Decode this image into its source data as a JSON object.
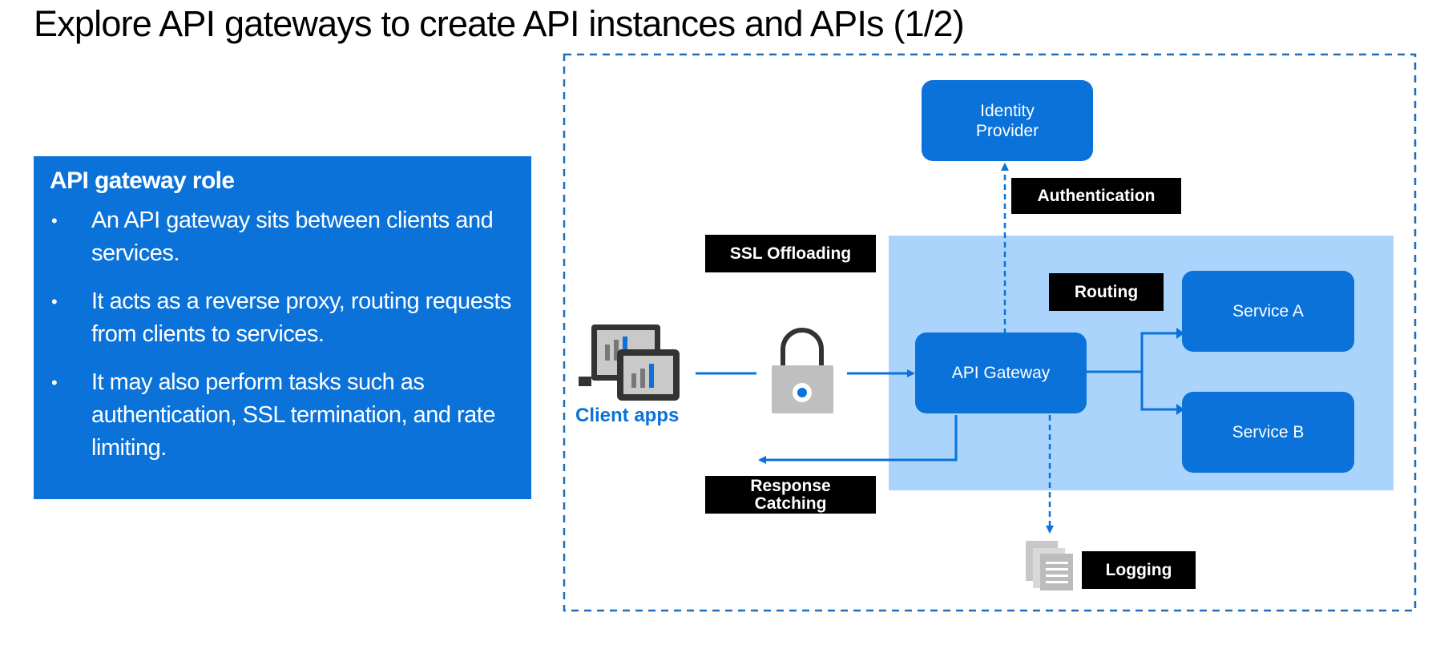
{
  "title": "Explore API gateways to create API instances and APIs (1/2)",
  "role": {
    "heading": "API gateway role",
    "bullets": [
      "An API gateway sits between clients and services.",
      "It acts as a reverse proxy, routing requests from clients to services.",
      "It may also perform tasks such as authentication, SSL termination, and rate limiting."
    ]
  },
  "diagram": {
    "identity_provider": "Identity Provider",
    "api_gateway": "API Gateway",
    "service_a": "Service A",
    "service_b": "Service B",
    "client_apps": "Client apps",
    "labels": {
      "authentication": "Authentication",
      "ssl_offloading": "SSL Offloading",
      "routing": "Routing",
      "response_catching": "Response Catching",
      "logging": "Logging"
    }
  },
  "colors": {
    "accent_blue": "#0a72d8",
    "light_blue_region": "#aad4fb",
    "label_black": "#000000"
  }
}
